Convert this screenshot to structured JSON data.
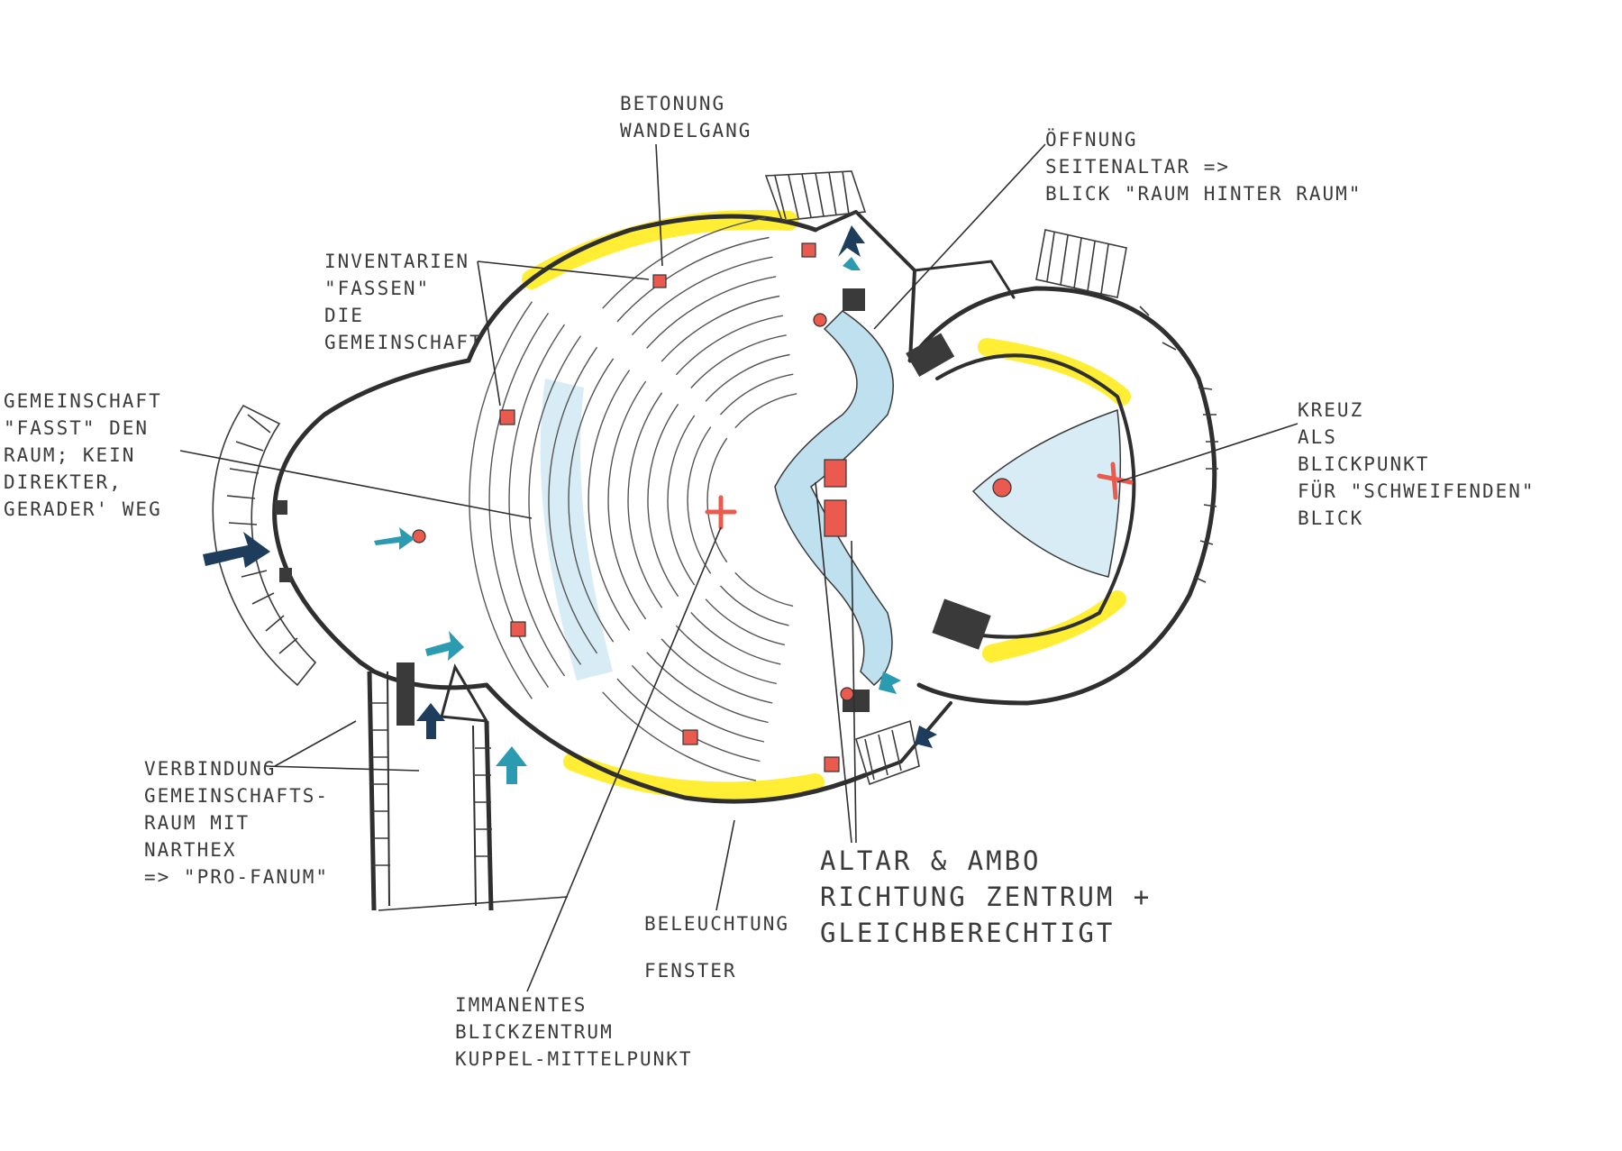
{
  "title": "",
  "colors": {
    "ink": "#2f2f2f",
    "yellow": "#ffee33",
    "lightblue": "#bfe0ef",
    "red": "#ea5a4f",
    "teal": "#2a9bb0",
    "navy": "#1e3c5c",
    "paper": "#ffffff"
  },
  "labels": {
    "betonung": [
      "BETONUNG",
      "WANDELGANG"
    ],
    "oeffnung": [
      "ÖFFNUNG",
      "SEITENALTAR =>",
      "BLICK \"RAUM HINTER RAUM\""
    ],
    "inventarien": [
      "INVENTARIEN",
      "\"FASSEN\"",
      "DIE",
      "GEMEINSCHAFT"
    ],
    "gemeinschaft": [
      "GEMEINSCHAFT",
      "\"FASST\" DEN",
      "RAUM; KEIN",
      "DIREKTER,",
      "GERADER' WEG"
    ],
    "kreuz": [
      "KREUZ",
      "ALS",
      "BLICKPUNKT",
      "FÜR \"SCHWEIFENDEN\"",
      "BLICK"
    ],
    "verbindung": [
      "VERBINDUNG",
      "GEMEINSCHAFTS-",
      "RAUM MIT",
      "NARTHEX",
      "=> \"PRO-FANUM\""
    ],
    "altar": [
      "ALTAR & AMBO",
      "RICHTUNG ZENTRUM +",
      "GLEICHBERECHTIGT"
    ],
    "beleuchtung": [
      "BELEUCHTUNG",
      "FENSTER"
    ],
    "immanentes": [
      "IMMANENTES",
      "BLICKZENTRUM",
      "KUPPEL-MITTELPUNKT"
    ]
  }
}
